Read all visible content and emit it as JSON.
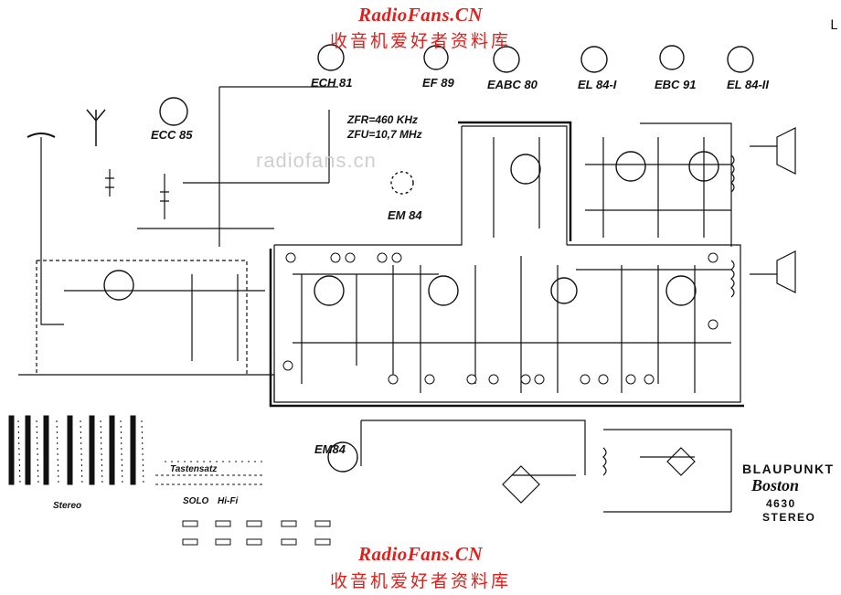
{
  "watermark": {
    "site": "RadioFans.CN",
    "chinese": "收音机爱好者资料库",
    "center_text": "radiofans.cn",
    "color": "#e0201c"
  },
  "tubes": {
    "ech81": "ECH 81",
    "ef89": "EF 89",
    "eabc80": "EABC 80",
    "el84_1": "EL 84-I",
    "ebc91": "EBC 91",
    "el84_2": "EL 84-II",
    "ecc85": "ECC 85",
    "em84_top": "EM 84",
    "em84_bottom": "EM84"
  },
  "frequencies": {
    "zfr": "ZFR=460 KHz",
    "zfu": "ZFU=10,7 MHz"
  },
  "brand": {
    "name": "BLAUPUNKT",
    "model_script": "Boston",
    "model_number": "4630",
    "edition": "STEREO"
  },
  "corner_mark": "L",
  "switch_labels": [
    "Tastensatz",
    "SOLO",
    "Hi-Fi",
    "Stereo"
  ],
  "line_color": "#111111"
}
